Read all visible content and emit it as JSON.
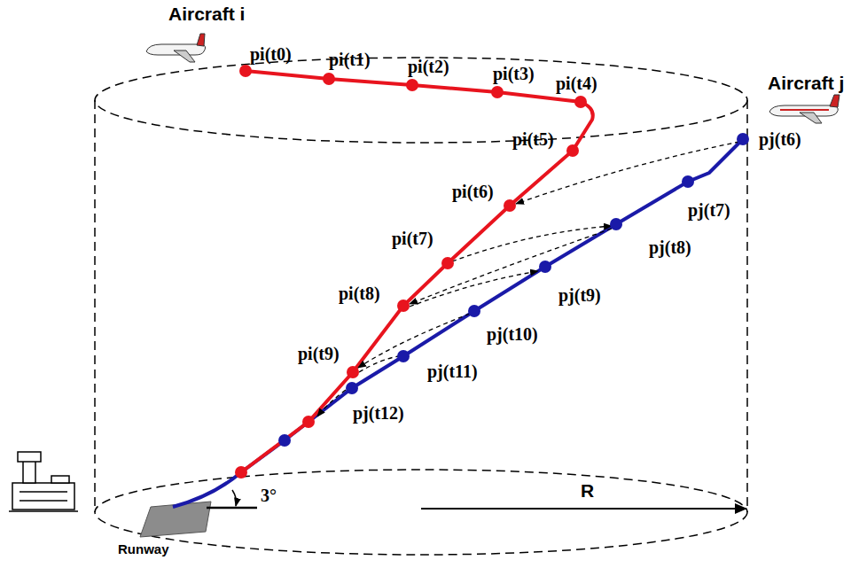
{
  "diagram": {
    "labels": [
      "Aircraft i",
      "Aircraft j",
      "pi(t0)",
      "pi(t1)",
      "pi(t2)",
      "pi(t3)",
      "pi(t4)",
      "pi(t5)",
      "pi(t6)",
      "pi(t7)",
      "pi(t8)",
      "pi(t9)",
      "pj(t6)",
      "pj(t7)",
      "pj(t8)",
      "pj(t9)",
      "pj(t10)",
      "pj(t11)",
      "pj(t12)",
      "3°",
      "R",
      "Runway"
    ]
  }
}
